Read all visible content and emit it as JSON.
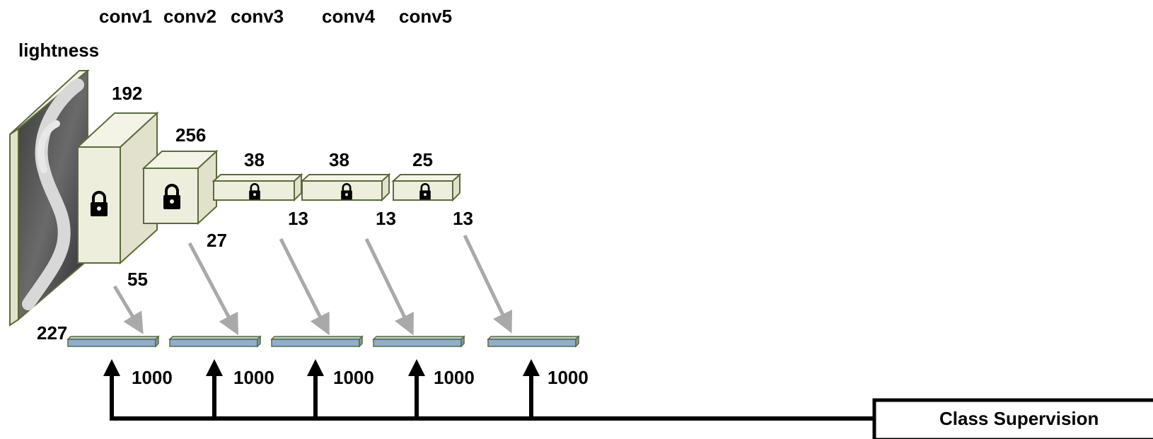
{
  "layers": {
    "input_label": "lightness",
    "conv1": "conv1",
    "conv2": "conv2",
    "conv3": "conv3",
    "conv4": "conv4",
    "conv5": "conv5"
  },
  "dims": {
    "input_size": "227",
    "conv1_channels": "192",
    "conv1_size": "55",
    "conv2_channels": "256",
    "conv2_size": "27",
    "conv3_channels": "38",
    "conv3_size": "13",
    "conv4_channels": "38",
    "conv4_size": "13",
    "conv5_channels": "25",
    "conv5_size": "13"
  },
  "outputs": [
    "1000",
    "1000",
    "1000",
    "1000",
    "1000"
  ],
  "supervision_label": "Class Supervision",
  "icons": [
    "lock-icon"
  ]
}
